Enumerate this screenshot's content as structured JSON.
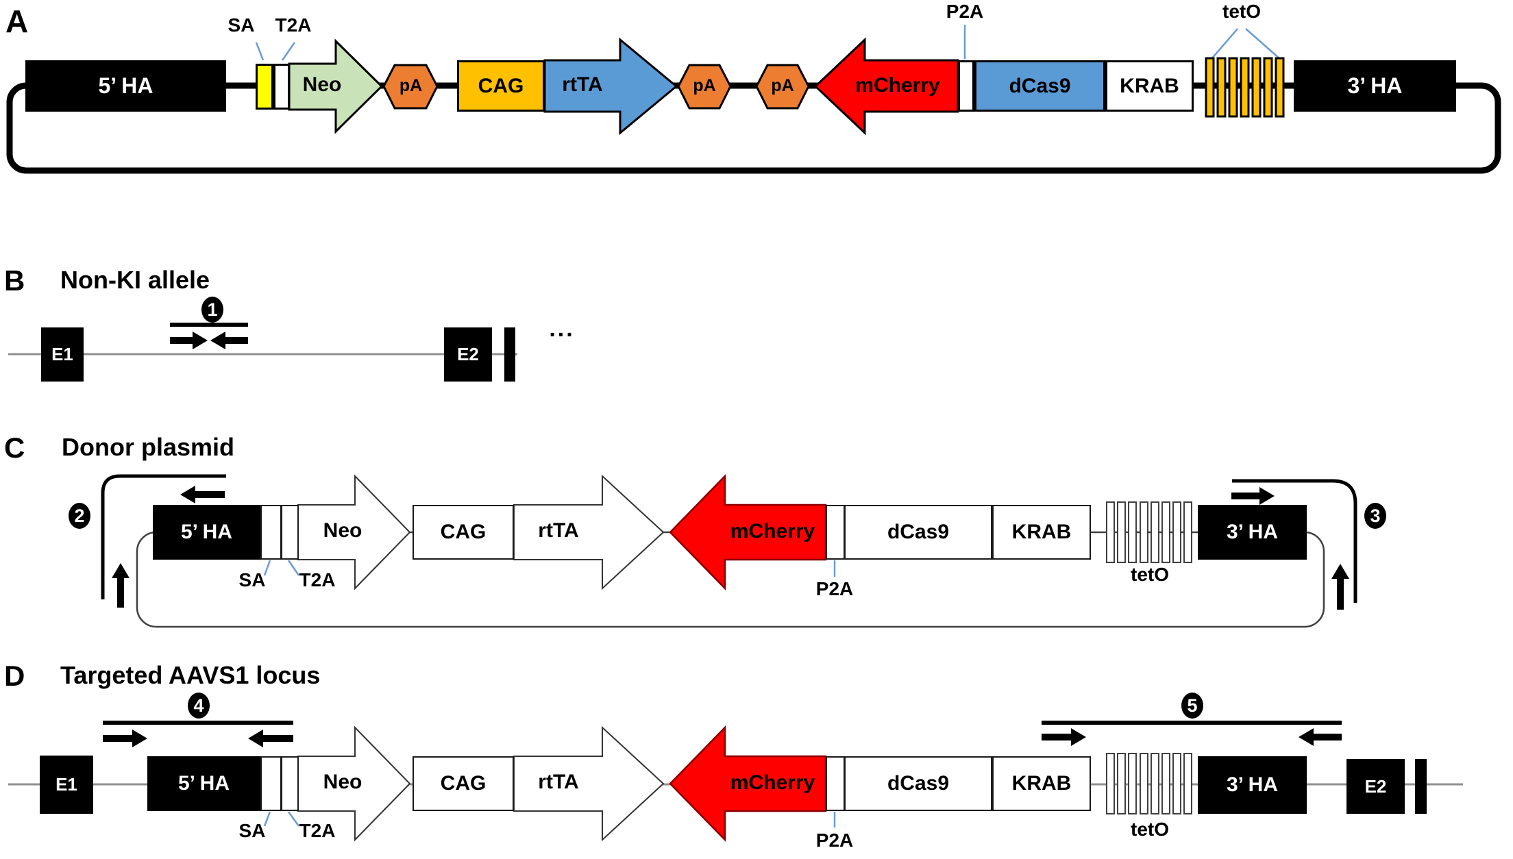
{
  "panel_a": {
    "letter": "A",
    "five_ha": "5’ HA",
    "sa_label": "SA",
    "t2a_label": "T2A",
    "neo": "Neo",
    "pa1": "pA",
    "cag": "CAG",
    "rtta": "rtTA",
    "pa2": "pA",
    "pa3": "pA",
    "mcherry": "mCherry",
    "p2a_label": "P2A",
    "dcas9": "dCas9",
    "krab": "KRAB",
    "teto_label": "tetO",
    "three_ha": "3’ HA"
  },
  "panel_b": {
    "letter": "B",
    "title": "Non-KI allele",
    "primer1": "1",
    "e1": "E1",
    "e2": "E2",
    "ellipsis": "..."
  },
  "panel_c": {
    "letter": "C",
    "title": "Donor plasmid",
    "primer2": "2",
    "primer3": "3",
    "five_ha": "5’ HA",
    "sa_label": "SA",
    "t2a_label": "T2A",
    "neo": "Neo",
    "cag": "CAG",
    "rtta": "rtTA",
    "mcherry": "mCherry",
    "p2a_label": "P2A",
    "dcas9": "dCas9",
    "krab": "KRAB",
    "teto_label": "tetO",
    "three_ha": "3’ HA"
  },
  "panel_d": {
    "letter": "D",
    "title": "Targeted AAVS1 locus",
    "primer4": "4",
    "primer5": "5",
    "e1": "E1",
    "e2": "E2",
    "five_ha": "5’ HA",
    "sa_label": "SA",
    "t2a_label": "T2A",
    "neo": "Neo",
    "cag": "CAG",
    "rtta": "rtTA",
    "mcherry": "mCherry",
    "p2a_label": "P2A",
    "dcas9": "dCas9",
    "krab": "KRAB",
    "teto_label": "tetO",
    "three_ha": "3’ HA"
  },
  "colors": {
    "neo_green": "#C9E2B8",
    "pa_orange": "#ED7D31",
    "cag_gold": "#FFC000",
    "gene_blue": "#5B9BD5",
    "mcherry_red": "#FE0000",
    "sa_yellow": "#FFFF00",
    "teto_gold": "#FFC000",
    "leader_blue": "#6B9BD2",
    "black": "#000000"
  }
}
